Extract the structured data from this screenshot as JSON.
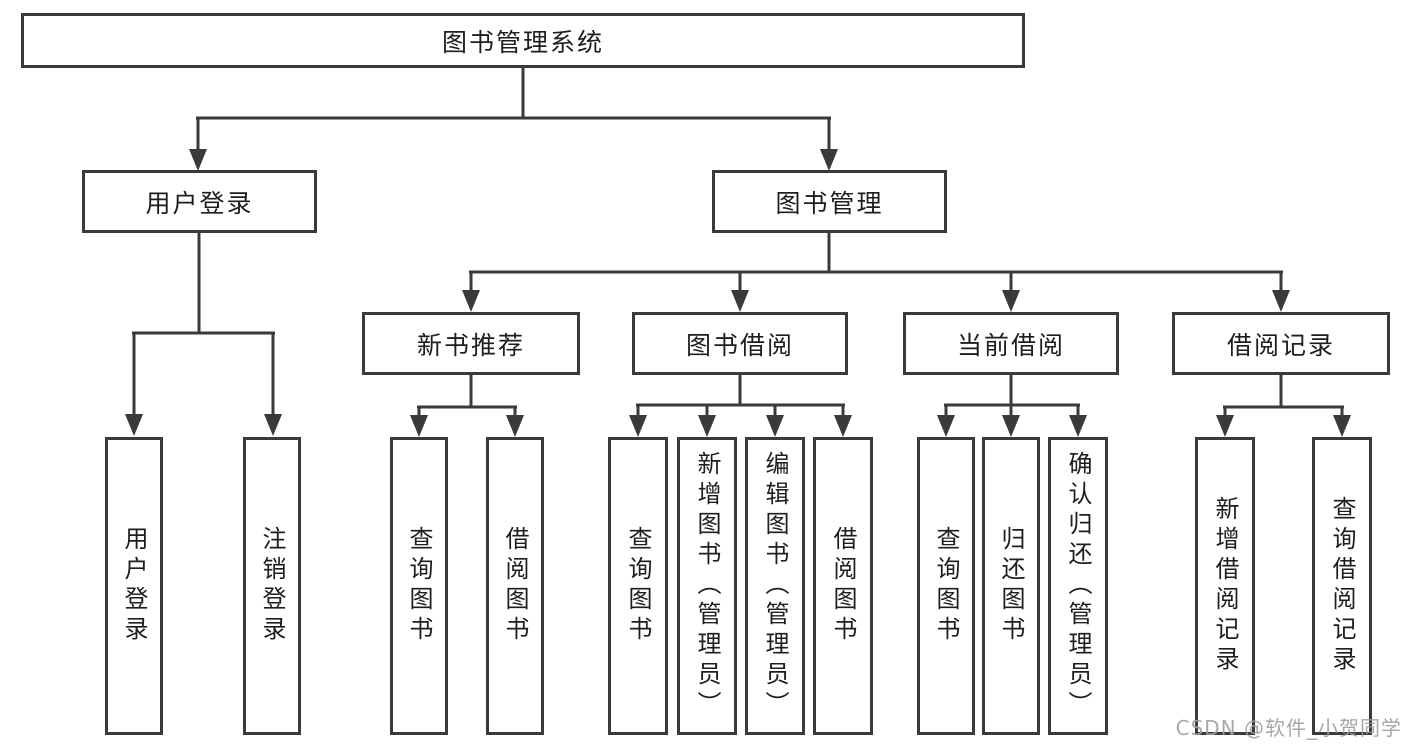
{
  "diagram": {
    "type": "tree",
    "root": {
      "label": "图书管理系统"
    },
    "user_login": {
      "label": "用户登录",
      "children": [
        "用户登录",
        "注销登录"
      ]
    },
    "book_mgmt": {
      "label": "图书管理"
    },
    "new_books": {
      "label": "新书推荐",
      "children": [
        "查询图书",
        "借阅图书"
      ]
    },
    "borrowing": {
      "label": "图书借阅",
      "children": [
        "查询图书",
        "新增图书（管理员）",
        "编辑图书（管理员）",
        "借阅图书"
      ]
    },
    "current": {
      "label": "当前借阅",
      "children": [
        "查询图书",
        "归还图书",
        "确认归还（管理员）"
      ]
    },
    "records": {
      "label": "借阅记录",
      "children": [
        "新增借阅记录",
        "查询借阅记录"
      ]
    }
  },
  "watermark": {
    "text": "CSDN @软件_小贺同学"
  },
  "colors": {
    "line": "#3a3a3a",
    "text": "#1e1e1e",
    "watermark": "#9e9e9e",
    "background": "#ffffff"
  }
}
